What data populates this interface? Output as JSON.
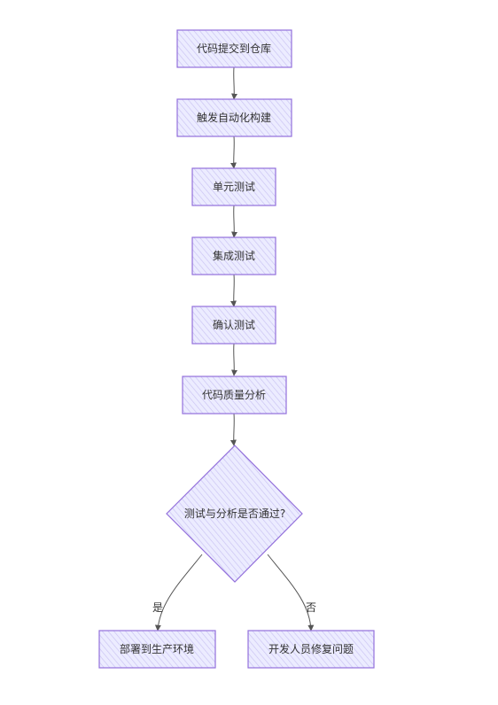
{
  "diagram": {
    "type": "flowchart",
    "colors": {
      "node_fill": "#ECECFF",
      "node_hatch": "#C9C2F2",
      "node_stroke": "#9370DB",
      "edge_stroke": "#555555",
      "text": "#333333"
    },
    "nodes": {
      "commit": "代码提交到仓库",
      "build": "触发自动化构建",
      "unit_test": "单元测试",
      "integration_test": "集成测试",
      "acceptance_test": "确认测试",
      "quality": "代码质量分析",
      "decision": "测试与分析是否通过?",
      "deploy": "部署到生产环境",
      "fix": "开发人员修复问题"
    },
    "edges": {
      "yes_label": "是",
      "no_label": "否"
    }
  }
}
